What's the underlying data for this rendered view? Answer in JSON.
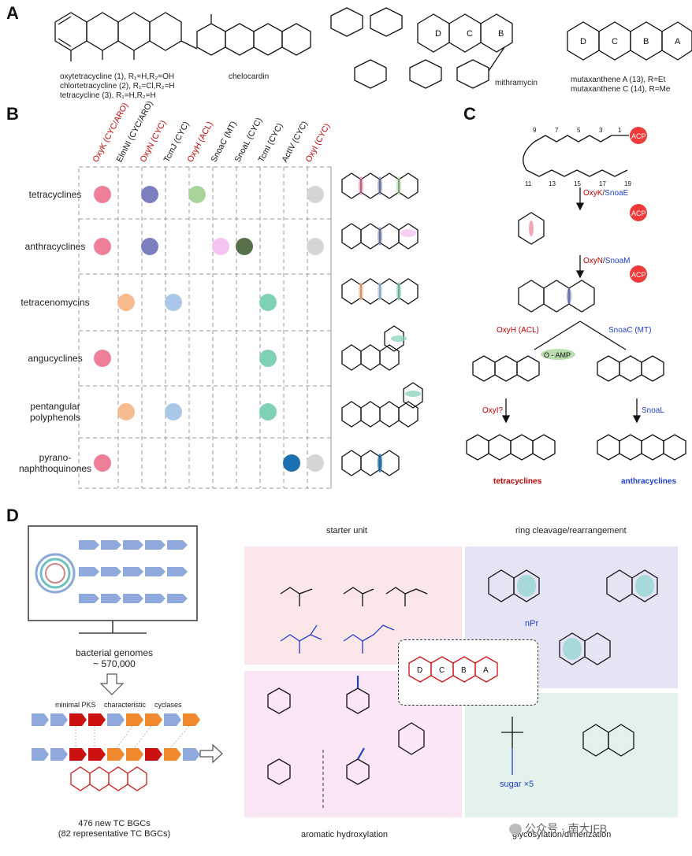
{
  "panelA": {
    "letter": "A",
    "compounds": [
      {
        "line1": "oxytetracycline (1), R₁=H,R₂=OH",
        "line2": "chlortetracycline (2), R₁=Cl,R₂=H",
        "line3": "tetracycline (3), R₁=H,R₂=H"
      },
      {
        "name": "chelocardin"
      },
      {
        "name": "mithramycin"
      },
      {
        "line1": "mutaxanthene A (13), R=Et",
        "line2": "mutaxanthene C (14), R=Me"
      }
    ],
    "ring_labels": [
      "D",
      "C",
      "B",
      "A"
    ]
  },
  "panelB": {
    "letter": "B",
    "columns": [
      {
        "label": "OxyK (CYC/ARO)",
        "color": "#c00000"
      },
      {
        "label": "ElmNI (CYC/ARO)",
        "color": "#111111"
      },
      {
        "label": "OxyN (CYC)",
        "color": "#c00000"
      },
      {
        "label": "TcmJ (CYC)",
        "color": "#111111"
      },
      {
        "label": "OxyH (ACL)",
        "color": "#c00000"
      },
      {
        "label": "SnoaC (MT)",
        "color": "#111111"
      },
      {
        "label": "SnoaL (CYC)",
        "color": "#111111"
      },
      {
        "label": "TcmI (CYC)",
        "color": "#111111"
      },
      {
        "label": "ActIV (CYC)",
        "color": "#111111"
      },
      {
        "label": "OxyI (CYC)",
        "color": "#c00000"
      }
    ],
    "rows": [
      {
        "label": "tetracyclines",
        "dots": [
          0,
          2,
          4,
          9
        ]
      },
      {
        "label": "anthracyclines",
        "dots": [
          0,
          2,
          5,
          6,
          9
        ]
      },
      {
        "label": "tetracenomycins",
        "dots": [
          1,
          3,
          7
        ]
      },
      {
        "label": "angucyclines",
        "dots": [
          0,
          7
        ]
      },
      {
        "label": "pentangular polyphenols",
        "dots": [
          1,
          3,
          7
        ]
      },
      {
        "label": "pyrano-naphthoquinones",
        "dots": [
          0,
          8,
          9
        ]
      }
    ],
    "dot_colors": [
      "#ef7f98",
      "#f6bb8f",
      "#7b7fbd",
      "#a9c8e8",
      "#a8d49a",
      "#f7c4f2",
      "#56704a",
      "#7fd1b6",
      "#1c6fb0",
      "#d6d6d6"
    ]
  },
  "panelC": {
    "letter": "C",
    "acp": "ACP",
    "step1": {
      "a": "OxyK",
      "b": "SnoaE"
    },
    "step2": {
      "a": "OxyN",
      "b": "SnoaM"
    },
    "left_enzyme": "OxyH (ACL)",
    "right_enzyme": "SnoaC (MT)",
    "amp": "O - AMP",
    "oxyi": "OxyI?",
    "snoal": "SnoaL",
    "prod_left": "tetracyclines",
    "prod_right": "anthracyclines",
    "numbers": [
      "9",
      "7",
      "5",
      "3",
      "1",
      "11",
      "13",
      "15",
      "17",
      "19"
    ]
  },
  "panelD": {
    "letter": "D",
    "genomes_line1": "bacterial genomes",
    "genomes_line2": "~ 570,000",
    "minimal_pks": "minimal PKS",
    "characteristic": "characteristic",
    "cyclases": "cyclases",
    "bgc_line1": "476 new TC BGCs",
    "bgc_line2": "(82 representative TC BGCs)",
    "starter_unit": "starter unit",
    "ring_cleavage": "ring cleavage/rearrangement",
    "aromatic_hydroxylation": "aromatic hydroxylation",
    "glycosylation": "glycosylation/dimerization",
    "sugar": "sugar ×5",
    "npr": "nPr",
    "watermark": "公众号 · 南大IFB"
  }
}
